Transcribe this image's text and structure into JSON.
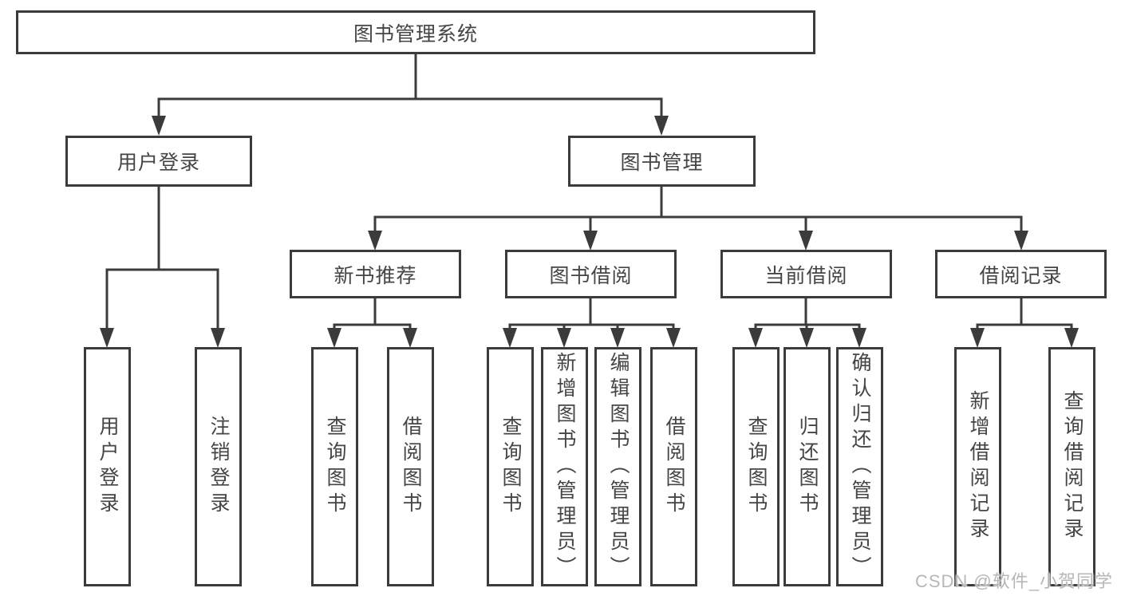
{
  "diagram": {
    "tree": {
      "label": "图书管理系统",
      "children": [
        {
          "label": "用户登录",
          "children": [
            {
              "label": "用户登录"
            },
            {
              "label": "注销登录"
            }
          ]
        },
        {
          "label": "图书管理",
          "children": [
            {
              "label": "新书推荐",
              "children": [
                {
                  "label": "查询图书"
                },
                {
                  "label": "借阅图书"
                }
              ]
            },
            {
              "label": "图书借阅",
              "children": [
                {
                  "label": "查询图书"
                },
                {
                  "label": "新增图书（管理员）"
                },
                {
                  "label": "编辑图书（管理员）"
                },
                {
                  "label": "借阅图书"
                }
              ]
            },
            {
              "label": "当前借阅",
              "children": [
                {
                  "label": "查询图书"
                },
                {
                  "label": "归还图书"
                },
                {
                  "label": "确认归还（管理员）"
                }
              ]
            },
            {
              "label": "借阅记录",
              "children": [
                {
                  "label": "新增借阅记录"
                },
                {
                  "label": "查询借阅记录"
                }
              ]
            }
          ]
        }
      ]
    },
    "watermark": "CSDN @软件_小贺同学",
    "colors": {
      "line": "#3b3b3b",
      "text": "#454545",
      "background": "#ffffff",
      "watermark": "#b5b7b9"
    }
  }
}
